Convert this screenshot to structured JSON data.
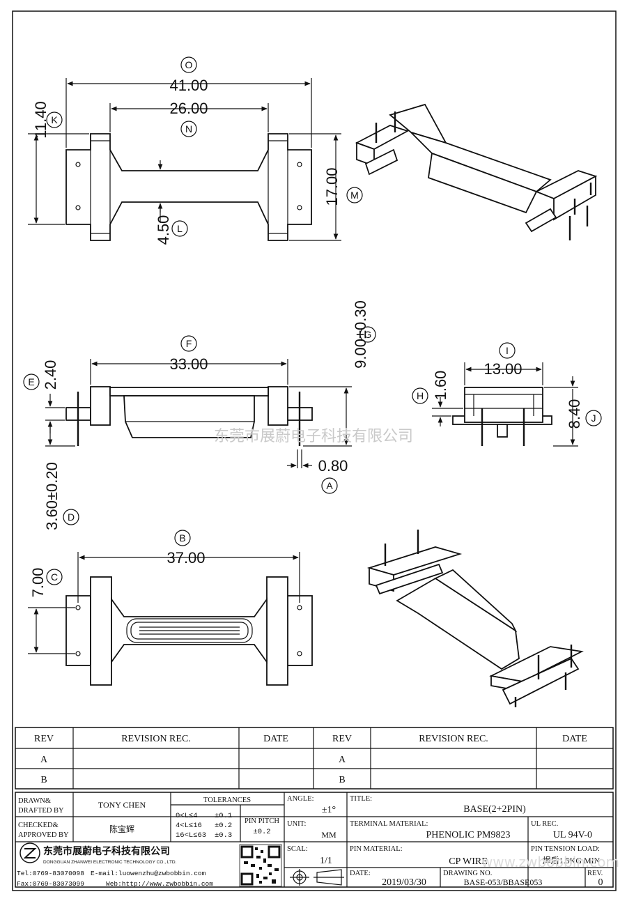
{
  "views": {
    "top": {
      "overall_width": "41.00",
      "overall_width_tag": "O",
      "inner_width": "26.00",
      "inner_width_tag": "N",
      "height_left": "11.40",
      "height_left_tag": "K",
      "height_right": "17.00",
      "height_right_tag": "M",
      "neck": "4.50",
      "neck_tag": "L"
    },
    "front": {
      "width": "33.00",
      "width_tag": "F",
      "height_right": "9.00±0.30",
      "height_right_tag": "G",
      "flange": "2.40",
      "flange_tag": "E",
      "pin_length": "3.60±0.20",
      "pin_length_tag": "D",
      "pin_dia": "0.80",
      "pin_dia_tag": "A"
    },
    "side": {
      "width": "13.00",
      "width_tag": "I",
      "step": "1.60",
      "step_tag": "H",
      "height": "8.40",
      "height_tag": "J"
    },
    "bottom": {
      "width": "37.00",
      "width_tag": "B",
      "pitch": "7.00",
      "pitch_tag": "C"
    }
  },
  "watermark": "东莞市展蔚电子科技有限公司",
  "watermark2": "www.zwbobbin.com",
  "revision_table": {
    "headers": [
      "REV",
      "REVISION REC.",
      "DATE",
      "REV",
      "REVISION REC.",
      "DATE"
    ],
    "rows": [
      [
        "A",
        "",
        "",
        "A",
        "",
        ""
      ],
      [
        "B",
        "",
        "",
        "B",
        "",
        ""
      ]
    ]
  },
  "title_block": {
    "drawn_label": "DRAWN&",
    "drafted_label": "DRAFTED BY",
    "drawn_by": "TONY CHEN",
    "checked_label": "CHECKED&",
    "approved_label": "APPROVED BY",
    "approved_by": "陈宝辉",
    "tolerances_label": "TOLERANCES",
    "tol_rows": [
      [
        "0<L≤4",
        "±0.1"
      ],
      [
        "4<L≤16",
        "±0.2"
      ],
      [
        "16<L≤63",
        "±0.3"
      ]
    ],
    "pin_pitch_label": "PIN PITCH",
    "pin_pitch_value": "±0.2",
    "angle_label": "ANGLE:",
    "angle_value": "±1°",
    "unit_label": "UNIT:",
    "unit_value": "MM",
    "scale_label": "SCAL:",
    "scale_value": "1/1",
    "title_label": "TITLE:",
    "title_value": "BASE(2+2PIN)",
    "terminal_label": "TERMINAL MATERIAL:",
    "terminal_value": "PHENOLIC PM9823",
    "ul_label": "UL REC.",
    "ul_value": "UL 94V-0",
    "pin_material_label": "PIN MATERIAL:",
    "pin_material_value": "CP WIRE",
    "tension_label": "PIN TENSION LOAD:",
    "tension_value": "焊后1.5KG MIN",
    "date_label": "DATE:",
    "date_value": "2019/03/30",
    "drawing_no_label": "DRAWING NO.",
    "drawing_no_value": "BASE-053/BBASE053",
    "rev_label": "REV.",
    "rev_value": "0",
    "company_cn": "东莞市展蔚电子科技有限公司",
    "company_en": "DONGGUAN ZHANWEI ELECTRONIC TECHNOLOGY CO., LTD.",
    "tel": "Tel:0769-83070098",
    "email": "E-mail:luowenzhu@zwbobbin.com",
    "fax": "Fax:0769-83073099",
    "web": "Web:http://www.zwbobbin.com",
    "logo_text": "ZW"
  }
}
